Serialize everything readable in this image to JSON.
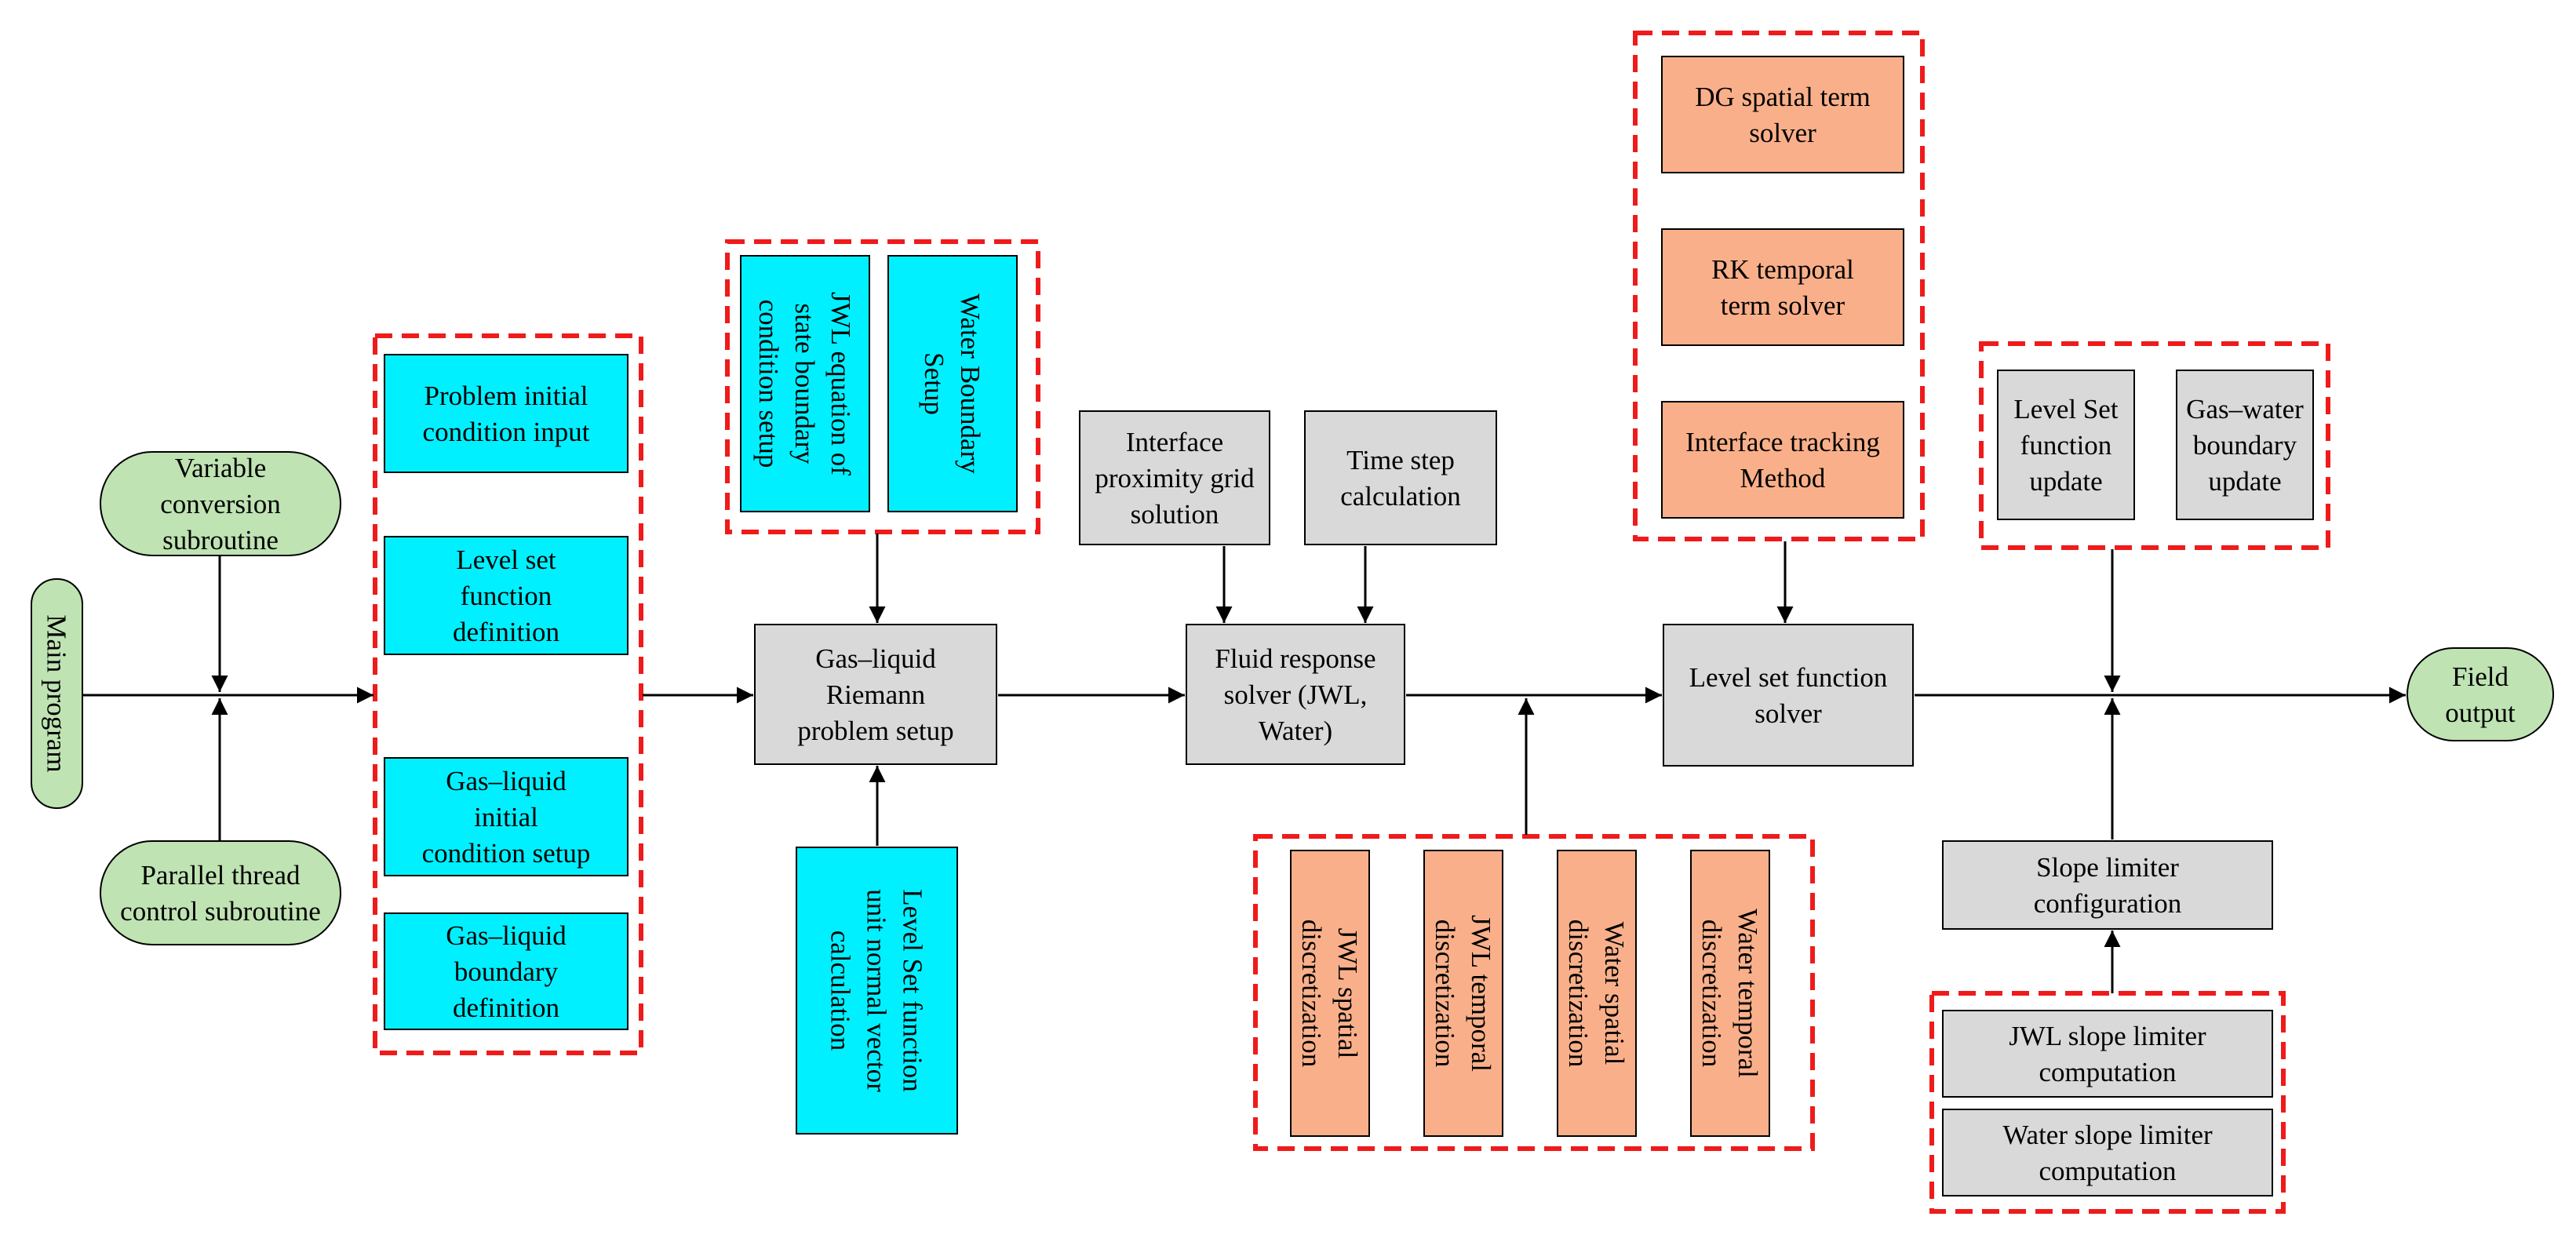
{
  "nodes": {
    "main_program": [
      "Main program"
    ],
    "variable_conversion": [
      "Variable",
      "conversion",
      "subroutine"
    ],
    "parallel_thread": [
      "Parallel thread",
      "control subroutine"
    ],
    "problem_initial": [
      "Problem initial",
      "condition input"
    ],
    "level_set_def": [
      "Level set",
      "function",
      "definition"
    ],
    "gas_liquid_initial": [
      "Gas–liquid",
      "initial",
      "condition setup"
    ],
    "gas_liquid_boundary": [
      "Gas–liquid",
      "boundary",
      "definition"
    ],
    "jwl_equation": [
      "JWL equation of",
      "state boundary",
      "condition setup"
    ],
    "water_boundary": [
      "Water Boundary",
      "Setup"
    ],
    "riemann_setup": [
      "Gas–liquid",
      "Riemann",
      "problem setup"
    ],
    "level_set_normal": [
      "Level Set function",
      "unit normal vector",
      "calculation"
    ],
    "interface_proximity": [
      "Interface",
      "proximity grid",
      "solution"
    ],
    "time_step": [
      "Time step",
      "calculation"
    ],
    "fluid_response": [
      "Fluid response",
      "solver (JWL,",
      "Water)"
    ],
    "jwl_spatial": [
      "JWL spatial",
      "discretization"
    ],
    "jwl_temporal": [
      "JWL temporal",
      "discretization"
    ],
    "water_spatial": [
      "Water spatial",
      "discretization"
    ],
    "water_temporal": [
      "Water temporal",
      "discretization"
    ],
    "dg_spatial": [
      "DG spatial term",
      "solver"
    ],
    "rk_temporal": [
      "RK temporal",
      "term solver"
    ],
    "interface_tracking": [
      "Interface tracking",
      "Method"
    ],
    "level_set_solver": [
      "Level set function",
      "solver"
    ],
    "level_set_update": [
      "Level Set",
      "function",
      "update"
    ],
    "gas_water_update": [
      "Gas–water",
      "boundary",
      "update"
    ],
    "slope_limiter_config": [
      "Slope limiter",
      "configuration"
    ],
    "jwl_slope": [
      "JWL slope limiter",
      "computation"
    ],
    "water_slope": [
      "Water slope limiter",
      "computation"
    ],
    "field_output": [
      "Field",
      "output"
    ]
  },
  "colors": {
    "cyan_fill": "#00f0ff",
    "gray_fill": "#d9d9d9",
    "orange_fill": "#f9b08a",
    "green_fill": "#bfe3b3",
    "group_frame": "#ef1b1b",
    "line": "#000000"
  }
}
